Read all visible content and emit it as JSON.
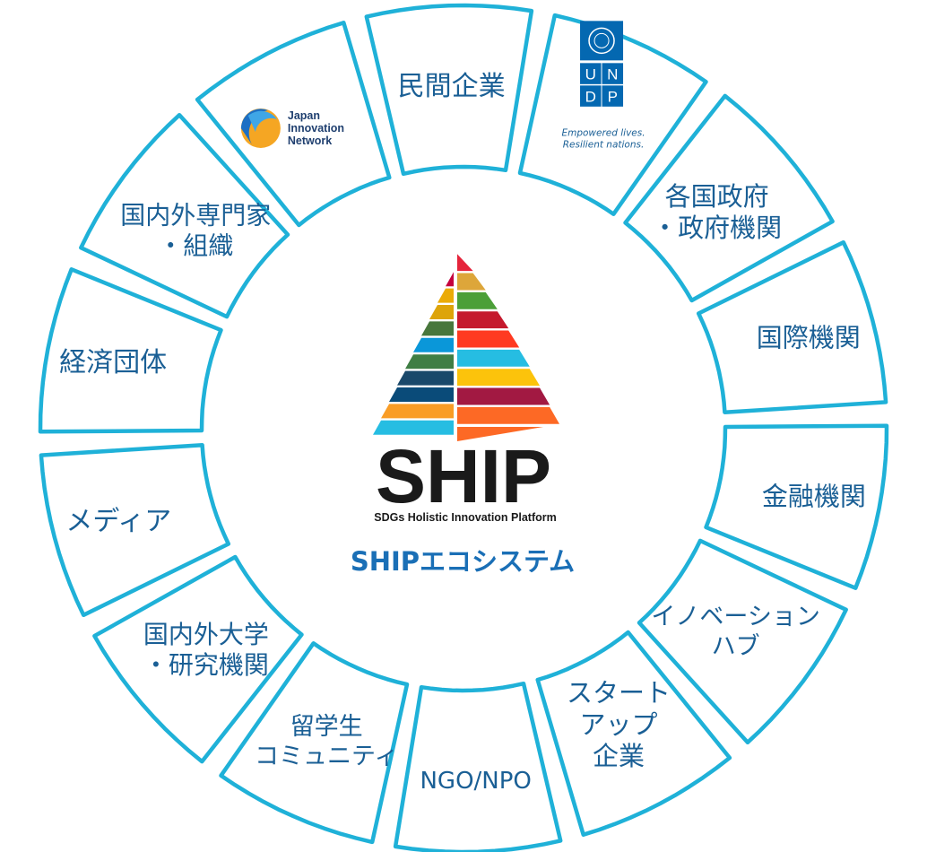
{
  "center": {
    "logo_text": "SHIP",
    "logo_subtitle": "SDGs Holistic Innovation Platform",
    "title": "SHIPエコシステム",
    "colors": {
      "sail_left": [
        "#c5003e",
        "#ebab07",
        "#dda409",
        "#48773c",
        "#0a97d9",
        "#3f7e44",
        "#19486a",
        "#0a4b79",
        "#f99d26",
        "#26bde2"
      ],
      "sail_right": [
        "#e5243b",
        "#dda63a",
        "#4c9f38",
        "#c5192d",
        "#ff3a21",
        "#26bde2",
        "#fcc30b",
        "#a21942",
        "#fd6925"
      ],
      "text": "#1a1a1a",
      "title": "#1a6fb6"
    }
  },
  "segments": [
    {
      "id": "private-companies",
      "lines": [
        "民間企業"
      ]
    },
    {
      "id": "undp",
      "lines": [],
      "logo": {
        "letters": [
          "U",
          "N",
          "D",
          "P"
        ],
        "tagline": [
          "Empowered lives.",
          "Resilient nations."
        ]
      }
    },
    {
      "id": "governments",
      "lines": [
        "各国政府",
        "・政府機関"
      ]
    },
    {
      "id": "international-orgs",
      "lines": [
        "国際機関"
      ]
    },
    {
      "id": "financial-institutions",
      "lines": [
        "金融機関"
      ]
    },
    {
      "id": "innovation-hubs",
      "lines": [
        "イノベーション",
        "ハブ"
      ]
    },
    {
      "id": "startups",
      "lines": [
        "スタート",
        "アップ",
        "企業"
      ]
    },
    {
      "id": "ngo-npo",
      "lines": [
        "NGO/NPO"
      ]
    },
    {
      "id": "student-community",
      "lines": [
        "留学生",
        "コミュニティ"
      ]
    },
    {
      "id": "universities",
      "lines": [
        "国内外大学",
        "・研究機関"
      ]
    },
    {
      "id": "media",
      "lines": [
        "メディア"
      ]
    },
    {
      "id": "business-associations",
      "lines": [
        "経済団体"
      ]
    },
    {
      "id": "experts",
      "lines": [
        "国内外専門家",
        "・組織"
      ]
    },
    {
      "id": "jin",
      "lines": [],
      "logo": {
        "text": [
          "Japan",
          "Innovation",
          "Network"
        ]
      }
    }
  ],
  "style": {
    "border_color": "#1fb1d8",
    "label_color": "#1a5f95"
  }
}
